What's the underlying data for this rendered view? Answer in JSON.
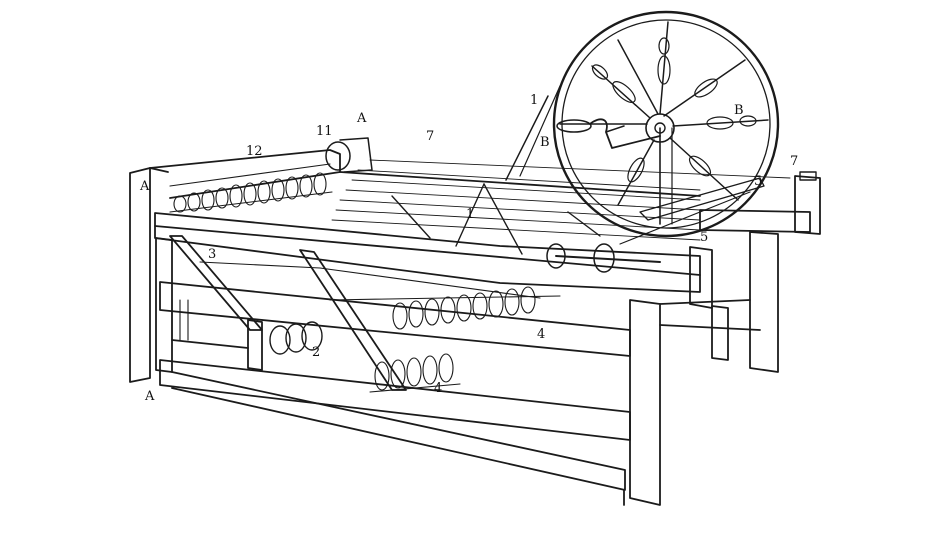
{
  "figure": {
    "background": "#ffffff",
    "ink_color": "#1b1b1b",
    "labels": {
      "frame_left_a": "A",
      "frame_top_a": "A",
      "frame_bottom_a": "A",
      "roller_12": "12",
      "pulley_11": "11",
      "carriage_7_top": "7",
      "carriage_7_right": "7",
      "driving_band_1": "1",
      "wheel_b_left": "B",
      "wheel_b_right": "B",
      "warp_1_center": "1",
      "pulley_5_front": "5",
      "pulley_5_right": "5",
      "bobbin_3": "3",
      "bobbins_2": "2",
      "creel_4_back": "4",
      "creel_4_front": "4"
    }
  }
}
